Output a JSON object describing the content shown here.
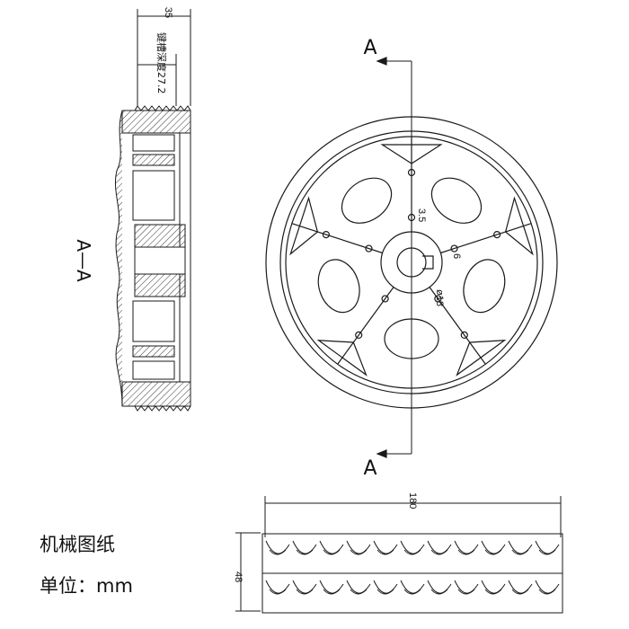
{
  "drawing": {
    "section_marker_top": "A",
    "section_marker_bottom": "A",
    "section_label": "A—A",
    "dimensions": {
      "side_width": "35",
      "keyway_depth": "键槽深度27.2",
      "outer_diameter": "180",
      "tire_width": "48",
      "key_offset": "3.5",
      "key_width": "6",
      "bore_diameter": "ø18"
    }
  },
  "caption": {
    "title": "机械图纸",
    "unit_label": "单位：",
    "unit_value": "mm"
  },
  "colors": {
    "line": "#1a1a1a",
    "hatch": "#333333",
    "background": "#ffffff"
  }
}
